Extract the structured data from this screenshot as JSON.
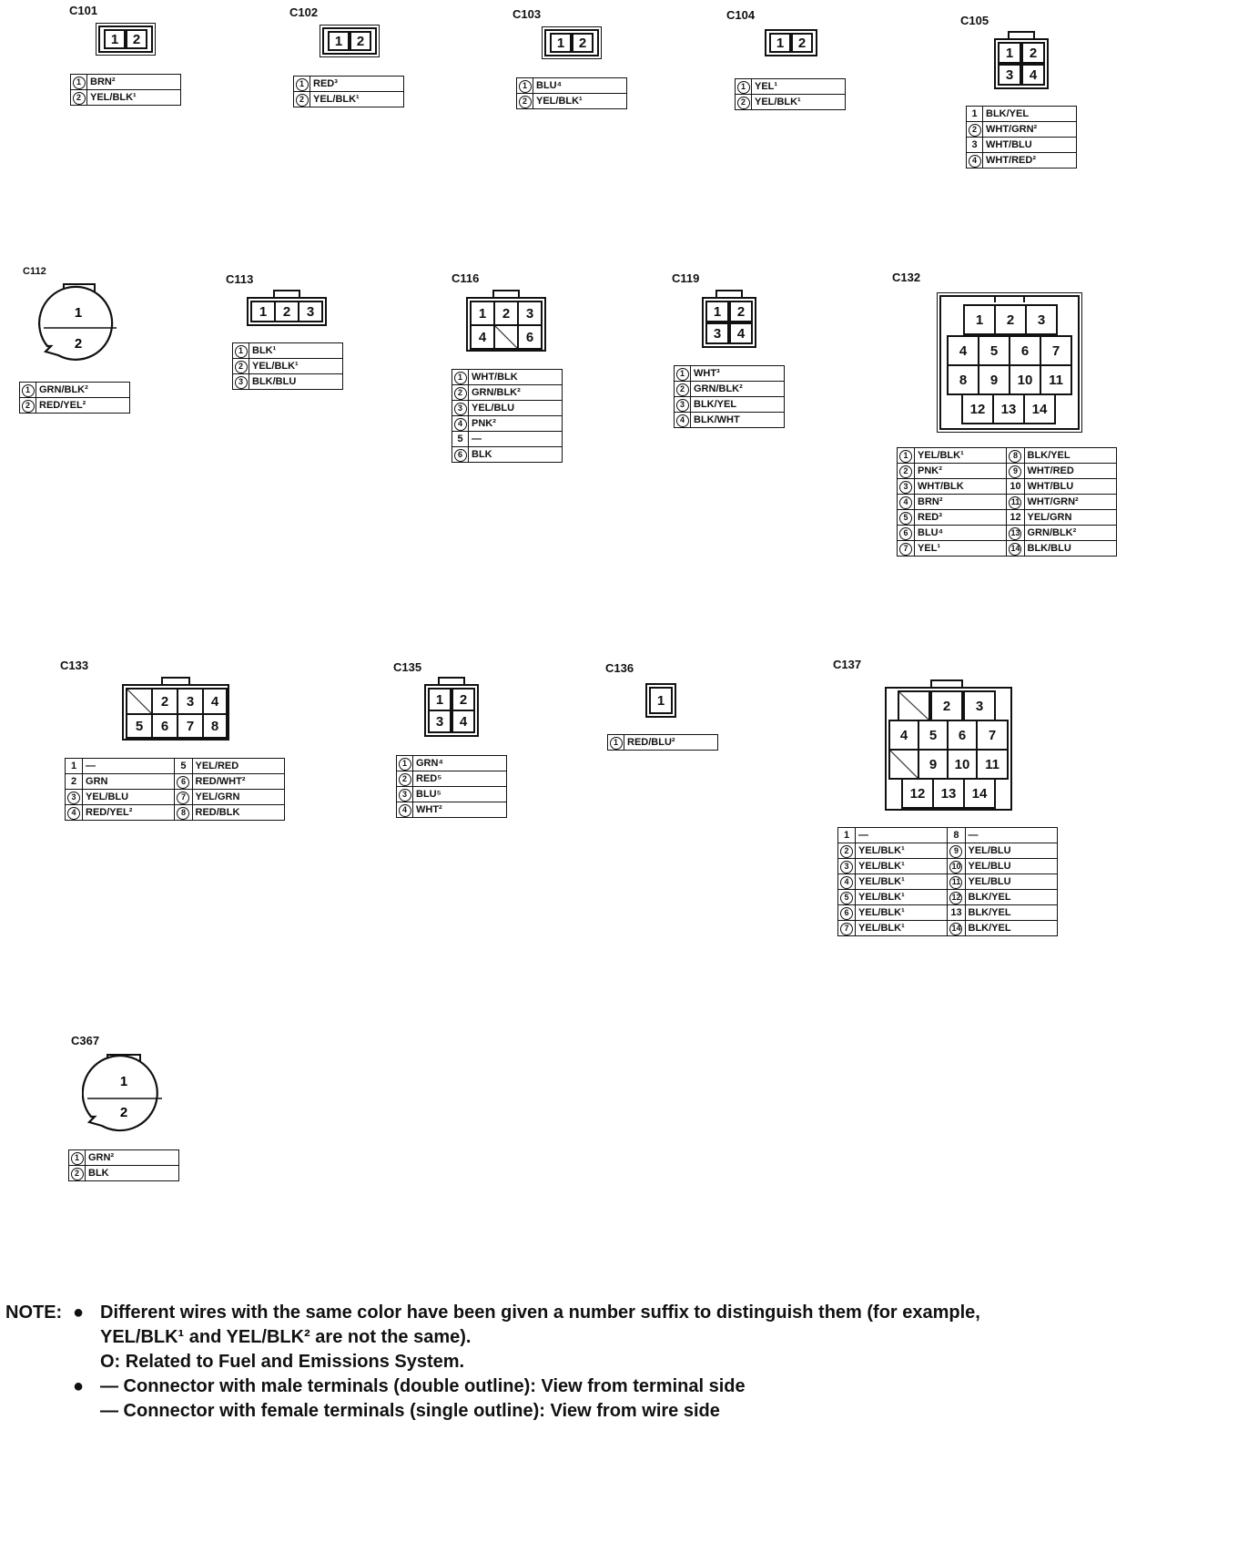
{
  "connectors": [
    {
      "id": "C101",
      "pins": [
        {
          "pin": "1",
          "circled": true,
          "wire": "BRN²"
        },
        {
          "pin": "2",
          "circled": true,
          "wire": "YEL/BLK¹"
        }
      ]
    },
    {
      "id": "C102",
      "pins": [
        {
          "pin": "1",
          "circled": true,
          "wire": "RED³"
        },
        {
          "pin": "2",
          "circled": true,
          "wire": "YEL/BLK¹"
        }
      ]
    },
    {
      "id": "C103",
      "pins": [
        {
          "pin": "1",
          "circled": true,
          "wire": "BLU⁴"
        },
        {
          "pin": "2",
          "circled": true,
          "wire": "YEL/BLK¹"
        }
      ]
    },
    {
      "id": "C104",
      "pins": [
        {
          "pin": "1",
          "circled": true,
          "wire": "YEL¹"
        },
        {
          "pin": "2",
          "circled": true,
          "wire": "YEL/BLK¹"
        }
      ]
    },
    {
      "id": "C105",
      "pins": [
        {
          "pin": "1",
          "circled": false,
          "wire": "BLK/YEL"
        },
        {
          "pin": "2",
          "circled": true,
          "wire": "WHT/GRN²"
        },
        {
          "pin": "3",
          "circled": false,
          "wire": "WHT/BLU"
        },
        {
          "pin": "4",
          "circled": true,
          "wire": "WHT/RED²"
        }
      ]
    },
    {
      "id": "C112",
      "pins": [
        {
          "pin": "1",
          "circled": true,
          "wire": "GRN/BLK²"
        },
        {
          "pin": "2",
          "circled": true,
          "wire": "RED/YEL²"
        }
      ]
    },
    {
      "id": "C113",
      "pins": [
        {
          "pin": "1",
          "circled": true,
          "wire": "BLK¹"
        },
        {
          "pin": "2",
          "circled": true,
          "wire": "YEL/BLK¹"
        },
        {
          "pin": "3",
          "circled": true,
          "wire": "BLK/BLU"
        }
      ]
    },
    {
      "id": "C116",
      "pins": [
        {
          "pin": "1",
          "circled": true,
          "wire": "WHT/BLK"
        },
        {
          "pin": "2",
          "circled": true,
          "wire": "GRN/BLK²"
        },
        {
          "pin": "3",
          "circled": true,
          "wire": "YEL/BLU"
        },
        {
          "pin": "4",
          "circled": true,
          "wire": "PNK²"
        },
        {
          "pin": "5",
          "circled": false,
          "wire": "—"
        },
        {
          "pin": "6",
          "circled": true,
          "wire": "BLK"
        }
      ]
    },
    {
      "id": "C119",
      "pins": [
        {
          "pin": "1",
          "circled": true,
          "wire": "WHT³"
        },
        {
          "pin": "2",
          "circled": true,
          "wire": "GRN/BLK²"
        },
        {
          "pin": "3",
          "circled": true,
          "wire": "BLK/YEL"
        },
        {
          "pin": "4",
          "circled": true,
          "wire": "BLK/WHT"
        }
      ]
    },
    {
      "id": "C132",
      "pins": [
        {
          "pin": "1",
          "circled": true,
          "wire": "YEL/BLK¹"
        },
        {
          "pin": "2",
          "circled": true,
          "wire": "PNK²"
        },
        {
          "pin": "3",
          "circled": true,
          "wire": "WHT/BLK"
        },
        {
          "pin": "4",
          "circled": true,
          "wire": "BRN²"
        },
        {
          "pin": "5",
          "circled": true,
          "wire": "RED³"
        },
        {
          "pin": "6",
          "circled": true,
          "wire": "BLU⁴"
        },
        {
          "pin": "7",
          "circled": true,
          "wire": "YEL¹"
        },
        {
          "pin": "8",
          "circled": true,
          "wire": "BLK/YEL"
        },
        {
          "pin": "9",
          "circled": true,
          "wire": "WHT/RED"
        },
        {
          "pin": "10",
          "circled": false,
          "wire": "WHT/BLU"
        },
        {
          "pin": "11",
          "circled": true,
          "wire": "WHT/GRN²"
        },
        {
          "pin": "12",
          "circled": false,
          "wire": "YEL/GRN"
        },
        {
          "pin": "13",
          "circled": true,
          "wire": "GRN/BLK²"
        },
        {
          "pin": "14",
          "circled": true,
          "wire": "BLK/BLU"
        }
      ]
    },
    {
      "id": "C133",
      "pins": [
        {
          "pin": "1",
          "circled": false,
          "wire": "—"
        },
        {
          "pin": "2",
          "circled": false,
          "wire": "GRN"
        },
        {
          "pin": "3",
          "circled": true,
          "wire": "YEL/BLU"
        },
        {
          "pin": "4",
          "circled": true,
          "wire": "RED/YEL²"
        },
        {
          "pin": "5",
          "circled": false,
          "wire": "YEL/RED"
        },
        {
          "pin": "6",
          "circled": true,
          "wire": "RED/WHT²"
        },
        {
          "pin": "7",
          "circled": true,
          "wire": "YEL/GRN"
        },
        {
          "pin": "8",
          "circled": true,
          "wire": "RED/BLK"
        }
      ]
    },
    {
      "id": "C135",
      "pins": [
        {
          "pin": "1",
          "circled": true,
          "wire": "GRN⁴"
        },
        {
          "pin": "2",
          "circled": true,
          "wire": "RED⁵"
        },
        {
          "pin": "3",
          "circled": true,
          "wire": "BLU⁵"
        },
        {
          "pin": "4",
          "circled": true,
          "wire": "WHT²"
        }
      ]
    },
    {
      "id": "C136",
      "pins": [
        {
          "pin": "1",
          "circled": true,
          "wire": "RED/BLU²"
        }
      ]
    },
    {
      "id": "C137",
      "pins": [
        {
          "pin": "1",
          "circled": false,
          "wire": "—"
        },
        {
          "pin": "2",
          "circled": true,
          "wire": "YEL/BLK¹"
        },
        {
          "pin": "3",
          "circled": true,
          "wire": "YEL/BLK¹"
        },
        {
          "pin": "4",
          "circled": true,
          "wire": "YEL/BLK¹"
        },
        {
          "pin": "5",
          "circled": true,
          "wire": "YEL/BLK¹"
        },
        {
          "pin": "6",
          "circled": true,
          "wire": "YEL/BLK¹"
        },
        {
          "pin": "7",
          "circled": true,
          "wire": "YEL/BLK¹"
        },
        {
          "pin": "8",
          "circled": false,
          "wire": "—"
        },
        {
          "pin": "9",
          "circled": true,
          "wire": "YEL/BLU"
        },
        {
          "pin": "10",
          "circled": true,
          "wire": "YEL/BLU"
        },
        {
          "pin": "11",
          "circled": true,
          "wire": "YEL/BLU"
        },
        {
          "pin": "12",
          "circled": true,
          "wire": "BLK/YEL"
        },
        {
          "pin": "13",
          "circled": false,
          "wire": "BLK/YEL"
        },
        {
          "pin": "14",
          "circled": true,
          "wire": "BLK/YEL"
        }
      ]
    },
    {
      "id": "C367",
      "pins": [
        {
          "pin": "1",
          "circled": true,
          "wire": "GRN²"
        },
        {
          "pin": "2",
          "circled": true,
          "wire": "BLK"
        }
      ]
    }
  ],
  "note": {
    "label": "NOTE:",
    "bullet": "●",
    "line1": "Different wires with the same color have been given a number suffix to distinguish them (for example,",
    "line2": "YEL/BLK¹ and YEL/BLK² are not the same).",
    "line3": "O: Related to Fuel and Emissions System.",
    "line4": "— Connector with male terminals (double outline): View from terminal side",
    "line5": "— Connector with female terminals (single outline): View from wire side"
  }
}
